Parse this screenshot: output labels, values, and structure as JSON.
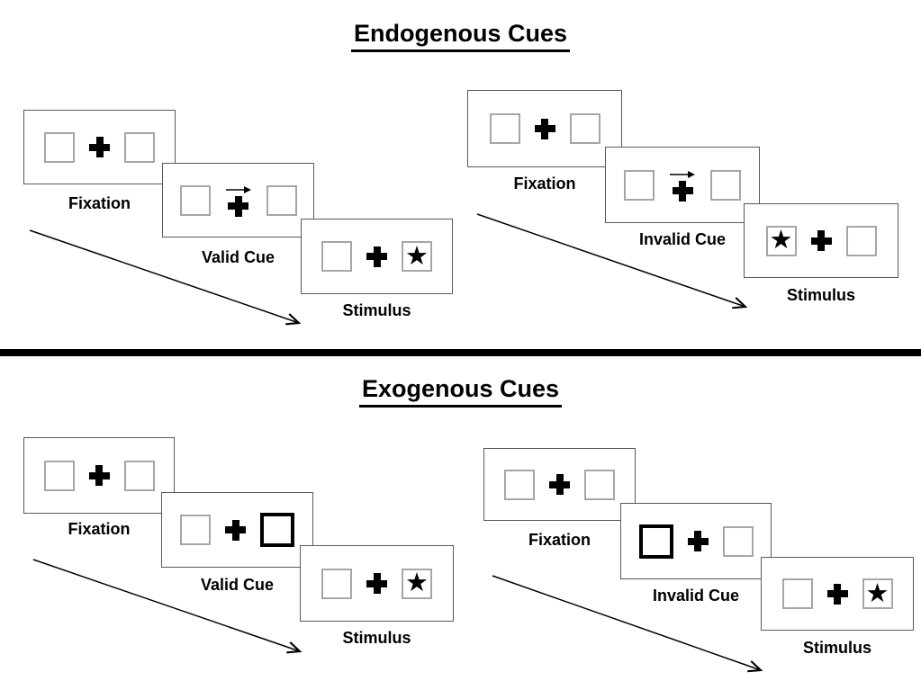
{
  "titles": {
    "top": "Endogenous Cues",
    "bottom": "Exogenous Cues"
  },
  "glyphs": {
    "star": "★"
  },
  "colors": {
    "ink": "#000000",
    "square_border": "#a6a6a6",
    "panel_border": "#595959"
  },
  "sequences": [
    {
      "name": "endogenous-valid",
      "panels": [
        {
          "label": "Fixation",
          "cue": "none",
          "star_side": "none"
        },
        {
          "label": "Valid Cue",
          "cue": "arrow-right",
          "star_side": "none"
        },
        {
          "label": "Stimulus",
          "cue": "none",
          "star_side": "right"
        }
      ]
    },
    {
      "name": "endogenous-invalid",
      "panels": [
        {
          "label": "Fixation",
          "cue": "none",
          "star_side": "none"
        },
        {
          "label": "Invalid Cue",
          "cue": "arrow-right",
          "star_side": "none"
        },
        {
          "label": "Stimulus",
          "cue": "none",
          "star_side": "left"
        }
      ]
    },
    {
      "name": "exogenous-valid",
      "panels": [
        {
          "label": "Fixation",
          "cue": "none",
          "star_side": "none"
        },
        {
          "label": "Valid Cue",
          "cue": "bold-box-right",
          "star_side": "none"
        },
        {
          "label": "Stimulus",
          "cue": "none",
          "star_side": "right"
        }
      ]
    },
    {
      "name": "exogenous-invalid",
      "panels": [
        {
          "label": "Fixation",
          "cue": "none",
          "star_side": "none"
        },
        {
          "label": "Invalid Cue",
          "cue": "bold-box-left",
          "star_side": "none"
        },
        {
          "label": "Stimulus",
          "cue": "none",
          "star_side": "right"
        }
      ]
    }
  ]
}
